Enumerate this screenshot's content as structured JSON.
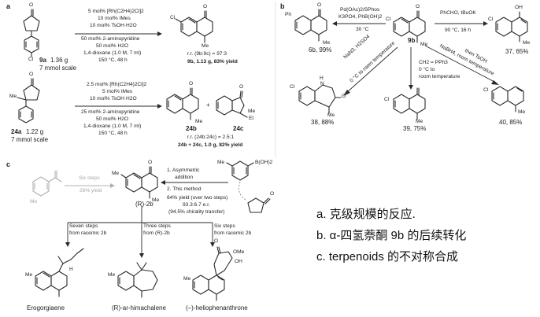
{
  "panels": {
    "a": "a",
    "b": "b",
    "c": "c"
  },
  "panel_a": {
    "row1": {
      "sm_label": "9a",
      "sm_mass": "1.36 g",
      "sm_scale": "7 mmol scale",
      "cond": [
        "5 mol% [Rh(C2H4)2Cl]2",
        "10 mol% IMes",
        "10 mol% TsOH·H2O",
        "50 mol% 2-aminopyridine",
        "50 mol% H2O",
        "1,4-dioxane (1.0 M, 7 ml)",
        "150 °C, 48 h"
      ],
      "substituent": "Cl",
      "ketone": "O",
      "prod_sub": "Cl",
      "methyl": "Me",
      "rr": "r.r. (9b:9c) = 97:3",
      "yield": "9b, 1.13 g, 83% yield"
    },
    "row2": {
      "sm_label": "24a",
      "sm_mass": "1.22 g",
      "sm_scale": "7 mmol scale",
      "cond": [
        "2.5 mol% [Rh(C2H4)2Cl]2",
        "5 mol% IMes",
        "10 mol% TsOH·H2O",
        "25 mol% 2-aminopyridine",
        "50 mol% H2O",
        "1,4-dioxane (1.0 M, 7 ml)",
        "150 °C, 48 h"
      ],
      "methyl": "Me",
      "ketone": "O",
      "p1": "24b",
      "p2": "24c",
      "plus": "+",
      "p2_me": "Me",
      "p2_et": "Et",
      "rr": "r.r. (24b:24c) = 2.5:1",
      "yield": "24b + 24c, 1.0 g, 82% yield"
    }
  },
  "panel_b": {
    "center_label": "9b",
    "center_sub": "Cl",
    "center_me": "Me",
    "center_o": "O",
    "arrow_left": [
      "Pd(OAc)2/SPhos",
      "K3PO4, PhB(OH)2",
      "30 °C"
    ],
    "arrow_right": [
      "PhCHO, tBuOK",
      "90 °C, 16 h"
    ],
    "arrow_diag_left": [
      "NaN3, H2SO4",
      "0 °C to room temperature"
    ],
    "arrow_down": [
      "CH2 = PPh3",
      "0 °C to",
      "room temperature"
    ],
    "arrow_diag_right": [
      "NaBH4, room temperature",
      "then TsOH"
    ],
    "p6b": {
      "ph": "Ph",
      "o": "O",
      "me": "Me",
      "label": "6b, 99%"
    },
    "p37": {
      "oh": "OH",
      "cl": "Cl",
      "me": "Me",
      "label": "37, 65%"
    },
    "p38": {
      "cl": "Cl",
      "nh": "H",
      "n": "N",
      "o": "O",
      "me": "Me",
      "label": "38, 88%"
    },
    "p39": {
      "cl": "Cl",
      "me": "Me",
      "label": "39, 75%"
    },
    "p40": {
      "cl": "Cl",
      "me": "Me",
      "label": "40, 85%"
    }
  },
  "panel_c": {
    "six_steps": "Six steps",
    "yield28": "28% yield",
    "steps": [
      "1. Asymmetric",
      "addition",
      "2. This method"
    ],
    "boronic": "B(OH)2",
    "me_aryl": "Me",
    "core_label": "(R)-2b",
    "core_me": "Me",
    "core_me2": "Me",
    "core_o": "O",
    "yield_line": "64% yield (over two steps)",
    "er": "93.3:6.7 e.r.",
    "chirality": "(94.5% chirality transfer)",
    "branch1": [
      "Seven steps",
      "from racemic 2b"
    ],
    "branch2": [
      "Three steps",
      "from (R)-2b"
    ],
    "branch3": [
      "Six steps",
      "from racemic 2b"
    ],
    "t1": {
      "name": "Erogorgiaene",
      "me": "Me",
      "h": "H"
    },
    "t2": {
      "name": "(R)-ar-himachalene",
      "me": "Me"
    },
    "t3": {
      "name": "(–)-heliophenanthrone",
      "ome": "OMe",
      "oh": "OH",
      "o": "O",
      "me": "Me"
    }
  },
  "captions": [
    "a.  克级规模的反应.",
    "b. α-四氢萘酮 9b 的后续转化",
    "c.  terpenoids 的不对称合成"
  ]
}
